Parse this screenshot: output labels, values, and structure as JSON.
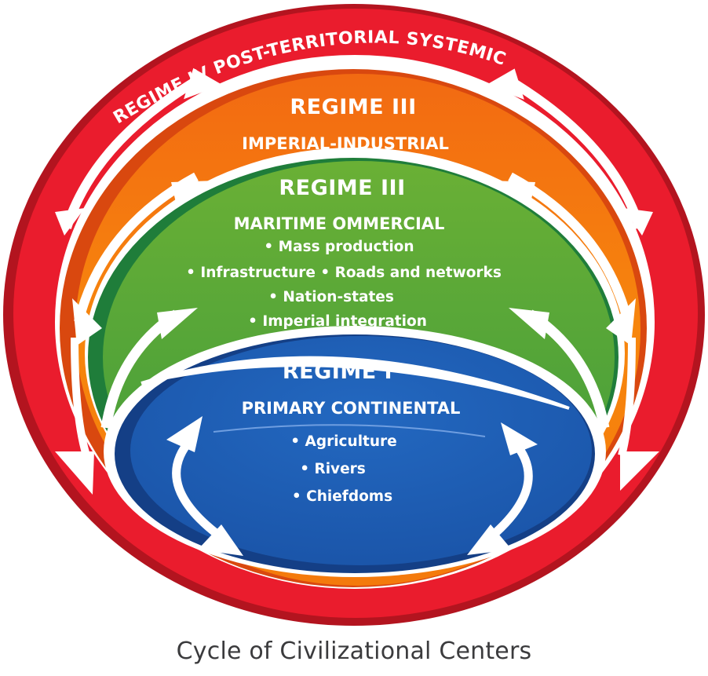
{
  "diagram": {
    "caption": "Cycle of Civilizational Centers",
    "colors": {
      "regime_iv": "#ea1c2d",
      "regime_iv_edge": "#b3141f",
      "regime_iii_industrial": "#f47a0c",
      "regime_iii_industrial_edge": "#d9480f",
      "regime_iii_maritime": "#57a83a",
      "regime_iii_maritime_edge": "#1f7d3a",
      "regime_i": "#1d5db5",
      "regime_i_edge": "#143f86",
      "arrow": "#ffffff",
      "caption": "#3b3b3d"
    },
    "regimes": [
      {
        "id": "regime-iv",
        "title": "REGIME IV",
        "subtitle": "POST-TERRITORIAL SYSTEMIC",
        "ring_label": "REGIME IV  POST-TERRITORIAL SYSTEMIC",
        "bullets": []
      },
      {
        "id": "regime-iii-industrial",
        "title": "REGIME III",
        "subtitle": "IMPERIAL-INDUSTRIAL",
        "bullets": []
      },
      {
        "id": "regime-iii-maritime",
        "title": "REGIME III",
        "subtitle": "MARITIME OMMERCIAL",
        "bullets": [
          "• Mass production",
          "• Infrastructure  • Roads and networks",
          "• Nation-states",
          "• Imperial integration"
        ]
      },
      {
        "id": "regime-i",
        "title": "REGIME I",
        "subtitle": "PRIMARY CONTINENTAL",
        "bullets": [
          "• Agriculture",
          "• Rivers",
          "• Chiefdoms"
        ]
      }
    ],
    "arrows": [
      {
        "name": "outer-left-arrow",
        "direction": "bidirectional"
      },
      {
        "name": "outer-right-arrow",
        "direction": "bidirectional"
      },
      {
        "name": "middle-left-arrow",
        "direction": "bidirectional"
      },
      {
        "name": "middle-right-arrow",
        "direction": "bidirectional"
      },
      {
        "name": "inner-left-arrow",
        "direction": "upward"
      },
      {
        "name": "inner-right-arrow",
        "direction": "upward"
      },
      {
        "name": "core-left-arrow",
        "direction": "bidirectional"
      },
      {
        "name": "core-right-arrow",
        "direction": "bidirectional"
      }
    ]
  }
}
